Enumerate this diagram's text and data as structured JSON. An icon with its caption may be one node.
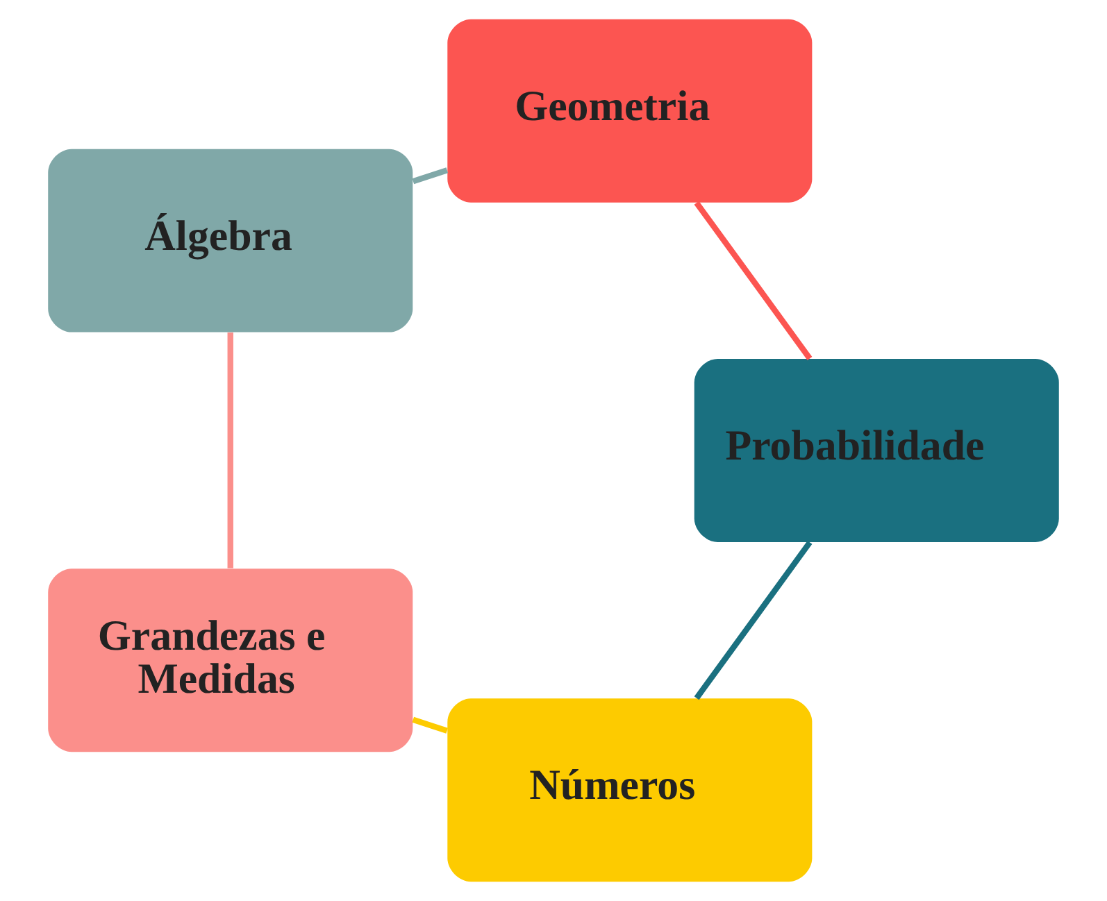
{
  "diagram": {
    "nodes": [
      {
        "text": [
          "Números"
        ]
      },
      {
        "text": [
          "Grandezas e Medidas"
        ]
      },
      {
        "text": [
          "Álgebra"
        ]
      },
      {
        "text": [
          "Geometria"
        ]
      },
      {
        "text": [
          "Probabilidade"
        ]
      }
    ],
    "edges": [
      {
        "from": 0,
        "to": 1,
        "arrow": "none",
        "color": "#fdcb00"
      },
      {
        "from": 1,
        "to": 2,
        "arrow": "none",
        "color": "#fb8f8b"
      },
      {
        "from": 2,
        "to": 3,
        "arrow": "none",
        "color": "#80a8a8"
      },
      {
        "from": 3,
        "to": 4,
        "arrow": "none",
        "color": "#fc5551"
      },
      {
        "from": 4,
        "to": 0,
        "arrow": "none",
        "color": "#1a7080"
      }
    ]
  }
}
